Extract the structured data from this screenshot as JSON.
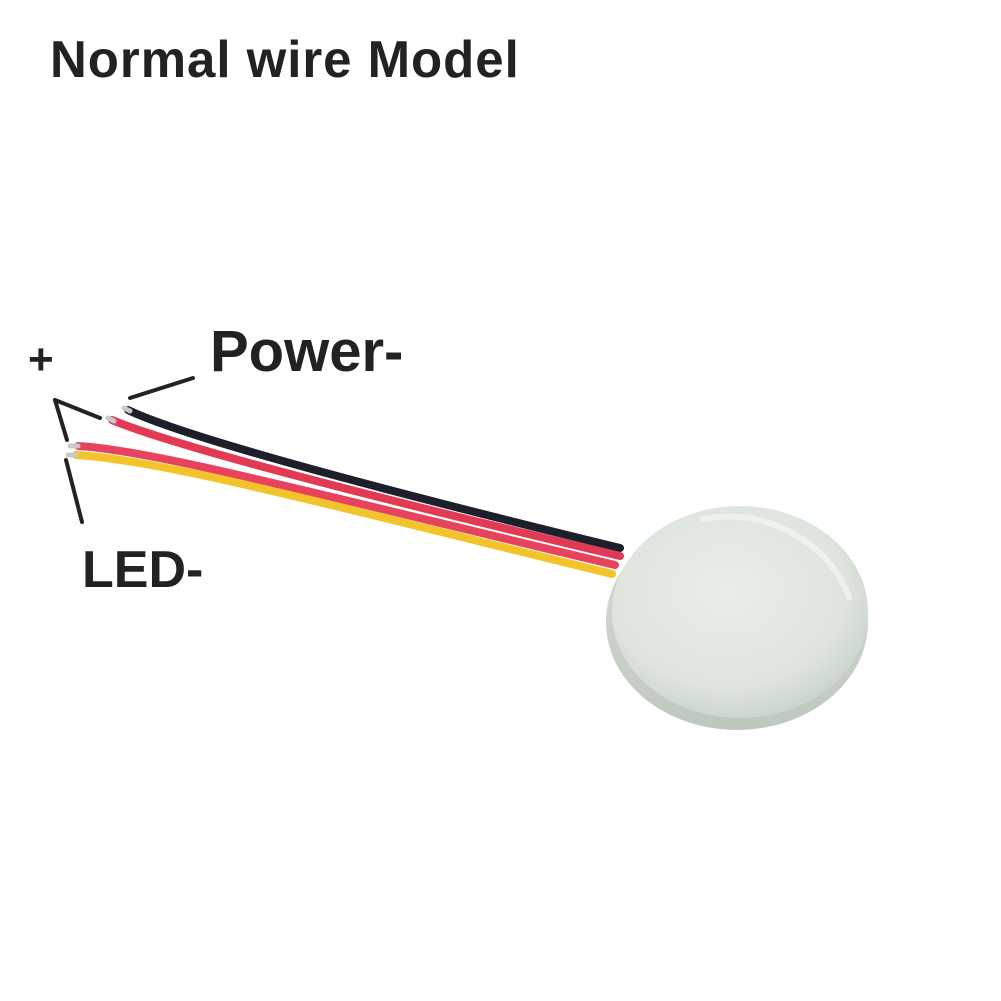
{
  "title": "Normal wire Model",
  "labels": {
    "power_minus": "Power-",
    "plus": "+",
    "led_minus": "LED-"
  },
  "colors": {
    "wire_black": "#1d1f2a",
    "wire_red": "#e23a55",
    "wire_yellow": "#f2c42a",
    "puck_body": "#dfe6df",
    "puck_edge": "#c9d2c9",
    "text": "#222222"
  },
  "objects": {
    "device": "round-touch-sensor-puck",
    "wires": [
      "black-wire",
      "red-wire",
      "red-wire",
      "yellow-wire"
    ]
  }
}
